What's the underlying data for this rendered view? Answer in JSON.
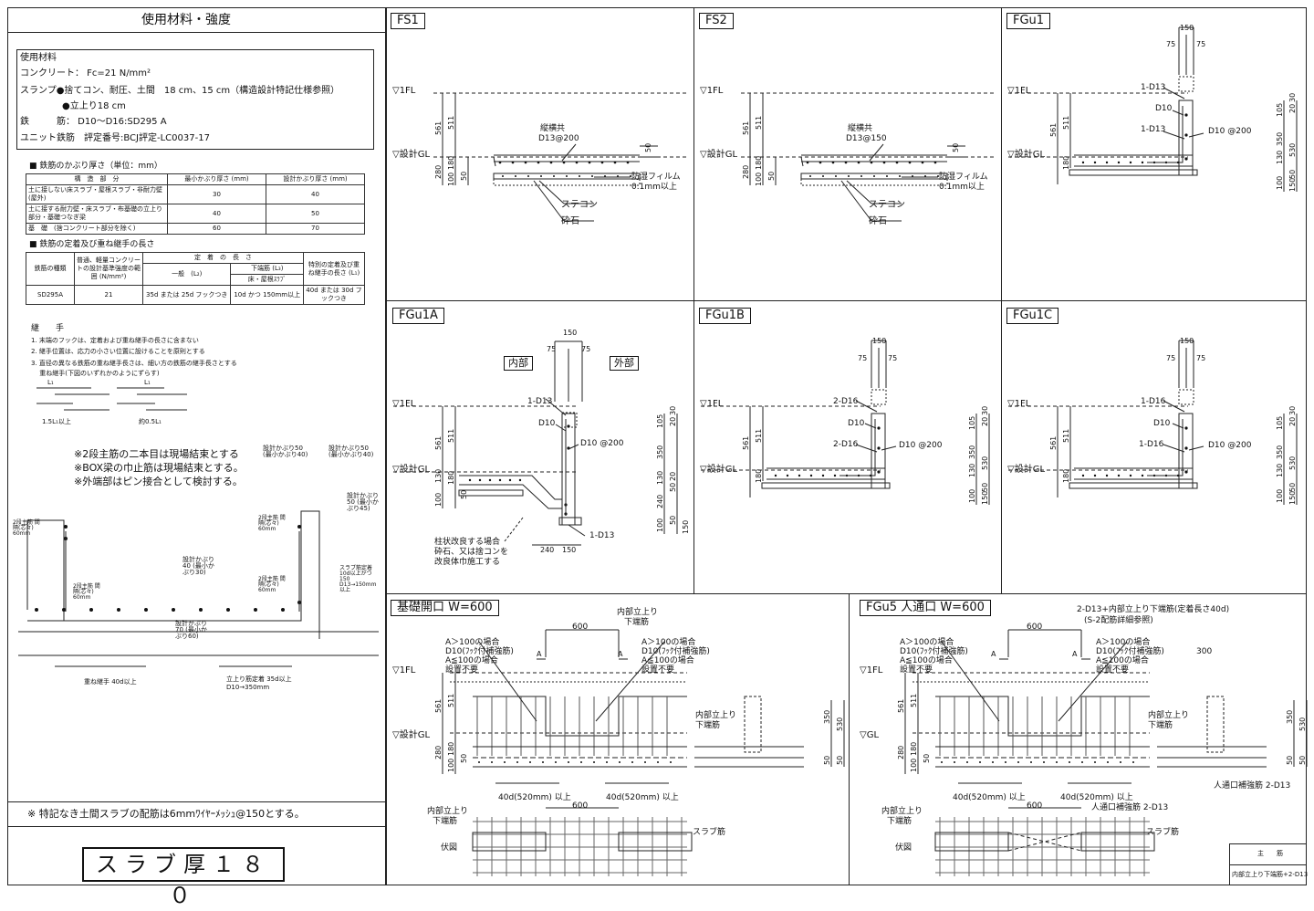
{
  "left_panel": {
    "header": "使用材料・強度",
    "materials": {
      "title": "使用材料",
      "concrete": "コンクリート： Fc=21 N/mm²",
      "slump": "スランプ●捨てコン、耐圧、土間　18 cm、15 cm（構造設計特記仕様参照）",
      "slump2": "●立上り18 cm",
      "rebar": "鉄　　　筋： D10～D16:SD295 A",
      "unit": "ユニット鉄筋　評定番号:BCJ評定-LC0037-17"
    },
    "cover_title": "■ 鉄筋のかぶり厚さ（単位：mm）",
    "cover_headers": [
      "構　造　部　分",
      "最小かぶり厚さ (mm)",
      "設計かぶり厚さ (mm)"
    ],
    "cover_rows": [
      [
        "土に接しない床スラブ・屋根スラブ・非耐力壁(屋外)",
        "30",
        "40"
      ],
      [
        "土に接する耐力壁・床スラブ・布基礎の立上り部分・基礎つなぎ梁",
        "40",
        "50"
      ],
      [
        "基　礎　(捨コンクリート部分を除く)",
        "60",
        "70"
      ]
    ],
    "anchor_title": "■ 鉄筋の定着及び重ね継手の長さ",
    "anchor_h1": "鉄筋の種類",
    "anchor_h2": "普通、軽量コンクリートの設計基準強度の範囲 (N/mm²)",
    "anchor_h3": "定　着　の　長　さ",
    "anchor_h3a": "一般　(L₂)",
    "anchor_h3b": "下端筋 (L₃)",
    "anchor_h3c": "床・屋根ｽﾗﾌﾞ",
    "anchor_h4": "特別の定着及び重ね継手の長さ (L₁)",
    "anchor_row": [
      "SD295A",
      "21",
      "35d または 25d フックつき",
      "10d かつ 150mm以上",
      "40d または 30d フックつき"
    ],
    "joint_title": "継　　手",
    "joint_notes": [
      "1. 末端のフックは、定着および重ね継手の長さに含まない",
      "2. 継手位置は、応力の小さい位置に設けることを原則とする",
      "3. 直径の異なる鉄筋の重ね継手長さは、細い方の鉄筋の継手長さとする",
      "　 重ね継手(下図のいずれかのようにずらす)"
    ],
    "joint_labels": [
      "L₁",
      "L₁",
      "1.5L₁以上",
      "約0.5L₁"
    ],
    "remarks": [
      "※2段主筋の二本目は現場結束とする",
      "※BOX梁の巾止筋は現場結束とする。",
      "※外端部はピン接合として検討する。"
    ],
    "detail_labels": {
      "cover50a": "設計かぶり50 (最小かぶり40)",
      "cover50b": "設計かぶり50 (最小かぶり40)",
      "cover50c": "設計かぶり50 (最小かぶり45)",
      "cover40": "設計かぶり40 (最小かぶり30)",
      "cover70": "設計かぶり70 (最小かぶり60)",
      "lap": "重ね継手 40d以上",
      "anchor": "立上り筋定着 35d以上",
      "d10": "D10→350mm",
      "main2a": "2段主筋 間隔(芯々) 60mm",
      "main2b": "2段主筋 間隔(芯々) 60mm",
      "main2c": "2段主筋 間隔(芯々) 60mm",
      "main2d": "2段主筋 間隔(芯々) 60mm",
      "slab": "スラブ筋定着 10d以上かつ150 D13→150mm以上"
    },
    "footnote": "※ 特記なき土間スラブの配筋は6mmﾜｲﾔｰﾒｯｼｭ@150とする。",
    "stamp": "スラブ厚１８０"
  },
  "panels": {
    "fs1": {
      "tag": "FS1",
      "fl": "▽1FL",
      "gl": "▽設計GL",
      "dims": [
        "561",
        "511",
        "280",
        "180",
        "100",
        "50",
        "50"
      ],
      "rebar": "縦横共",
      "rebar2": "D13@200",
      "film": "防湿フィルム",
      "film2": "0.1mm以上",
      "steel": "ステコン",
      "gravel": "砕石"
    },
    "fs2": {
      "tag": "FS2",
      "fl": "▽1FL",
      "gl": "▽設計GL",
      "dims": [
        "561",
        "511",
        "280",
        "180",
        "100",
        "50",
        "50"
      ],
      "rebar": "縦横共",
      "rebar2": "D13@150",
      "film": "防湿フィルム",
      "film2": "0.1mm以上",
      "steel": "ステコン",
      "gravel": "砕石"
    },
    "fgu1": {
      "tag": "FGu1",
      "fl": "▽1FL",
      "gl": "▽設計GL",
      "top": [
        "150",
        "75",
        "75"
      ],
      "left": [
        "561",
        "511",
        "180"
      ],
      "right": [
        "105",
        "20",
        "30",
        "350",
        "530",
        "130",
        "50",
        "100",
        "150"
      ],
      "bars": [
        "1-D13",
        "D10",
        "1-D13",
        "D10 @200"
      ]
    },
    "fgu1a": {
      "tag": "FGu1A",
      "fl": "▽1FL",
      "gl": "▽設計GL",
      "in": "内部",
      "out": "外部",
      "top": [
        "150",
        "75",
        "75"
      ],
      "left": [
        "561",
        "511",
        "130",
        "180",
        "50",
        "100"
      ],
      "right": [
        "105",
        "20",
        "30",
        "350",
        "130",
        "20",
        "50",
        "240",
        "100",
        "50",
        "150"
      ],
      "bars": [
        "1-D13",
        "D10",
        "D10 @200",
        "1-D13"
      ],
      "bottom": [
        "240",
        "150"
      ],
      "note": [
        "柱状改良する場合",
        "砕石、又は捨コンを",
        "改良体巾施工する"
      ]
    },
    "fgu1b": {
      "tag": "FGu1B",
      "fl": "▽1FL",
      "gl": "▽設計GL",
      "top": [
        "150",
        "75",
        "75"
      ],
      "left": [
        "561",
        "511",
        "180"
      ],
      "right": [
        "105",
        "20",
        "30",
        "350",
        "530",
        "130",
        "50",
        "100",
        "150"
      ],
      "bars": [
        "2-D16",
        "D10",
        "2-D16",
        "D10 @200"
      ]
    },
    "fgu1c": {
      "tag": "FGu1C",
      "fl": "▽1FL",
      "gl": "▽設計GL",
      "top": [
        "150",
        "75",
        "75"
      ],
      "left": [
        "561",
        "511",
        "180"
      ],
      "right": [
        "105",
        "20",
        "30",
        "350",
        "530",
        "130",
        "50",
        "100",
        "150"
      ],
      "bars": [
        "1-D16",
        "D10",
        "1-D16",
        "D10 @200"
      ]
    },
    "opening": {
      "tag": "基礎開口 W=600",
      "fl": "▽1FL",
      "gl": "▽設計GL",
      "top600": "600",
      "in_rise": "内部立上り",
      "bottom_bar": "下端筋",
      "a_gt": "A＞100の場合",
      "d10_hook": "D10(ﾌｯｸ付補強筋)",
      "a_le": "A≦100の場合",
      "none": "設置不要",
      "a": "A",
      "inner_rise2": "内部立上り",
      "bottom_bar2": "下端筋",
      "left_dims": [
        "561",
        "511",
        "280",
        "180",
        "100",
        "50"
      ],
      "right_dims": [
        "350",
        "530",
        "50",
        "50"
      ],
      "lap1": "40d(520mm) 以上",
      "lap2": "40d(520mm) 以上",
      "plan600": "600",
      "plan_in": "内部立上り",
      "plan_bot": "下端筋",
      "plan": "伏図",
      "slab": "スラブ筋"
    },
    "fgu5": {
      "tag": "FGu5 人通口 W=600",
      "fl": "▽1FL",
      "gl": "▽GL",
      "top600": "600",
      "dim300": "300",
      "note1": "2-D13+内部立上り下端筋(定着長さ40d)",
      "note2": "(S-2配筋詳細参照)",
      "a_gt": "A＞100の場合",
      "d10_hook": "D10(ﾌｯｸ付補強筋)",
      "a_le": "A≦100の場合",
      "none": "設置不要",
      "a": "A",
      "in_rise": "内部立上り",
      "bottom_bar": "下端筋",
      "left_dims": [
        "561",
        "511",
        "280",
        "180",
        "100",
        "50"
      ],
      "right_dims": [
        "350",
        "530",
        "50",
        "50"
      ],
      "lap1": "40d(520mm) 以上",
      "lap2": "40d(520mm) 以上",
      "reinf": "人通口補強筋 2-D13",
      "reinf2": "人通口補強筋 2-D13",
      "plan600": "600",
      "plan_in": "内部立上り",
      "plan_bot": "下端筋",
      "plan": "伏図",
      "slab": "スラブ筋",
      "legend_h": "主　　筋",
      "legend_v": "内部立上り下端筋+2-D13"
    }
  }
}
